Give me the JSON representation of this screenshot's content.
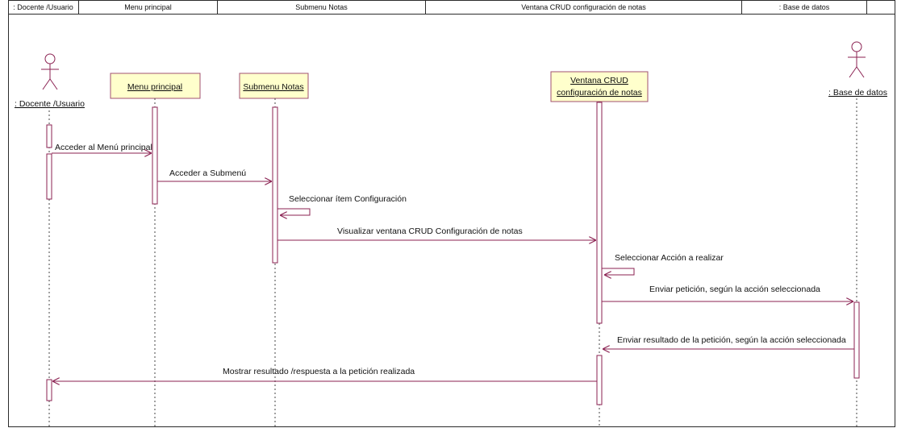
{
  "lanes": [
    ": Docente /Usuario",
    "Menu principal",
    "Submenu Notas",
    "Ventana CRUD configuración de notas",
    ": Base de datos"
  ],
  "actors": {
    "docente": ": Docente /Usuario",
    "base": ": Base de datos"
  },
  "objects": {
    "menu": "Menu principal",
    "submenu": "Submenu Notas",
    "ventana_line1": "Ventana CRUD",
    "ventana_line2": "configuración de notas"
  },
  "messages": [
    "Acceder al Menú principal",
    "Acceder a Submenú",
    "Seleccionar ítem Configuración",
    "Visualizar ventana CRUD Configuración de notas",
    "Seleccionar Acción a realizar",
    "Enviar petición, según la acción seleccionada",
    "Enviar resultado de la petición, según la acción seleccionada",
    "Mostrar resultado /respuesta a la petición realizada"
  ],
  "colors": {
    "box_fill": "#ffffcc",
    "box_border": "#a05070",
    "message_line": "#8b2252",
    "lifeline": "#444444"
  }
}
